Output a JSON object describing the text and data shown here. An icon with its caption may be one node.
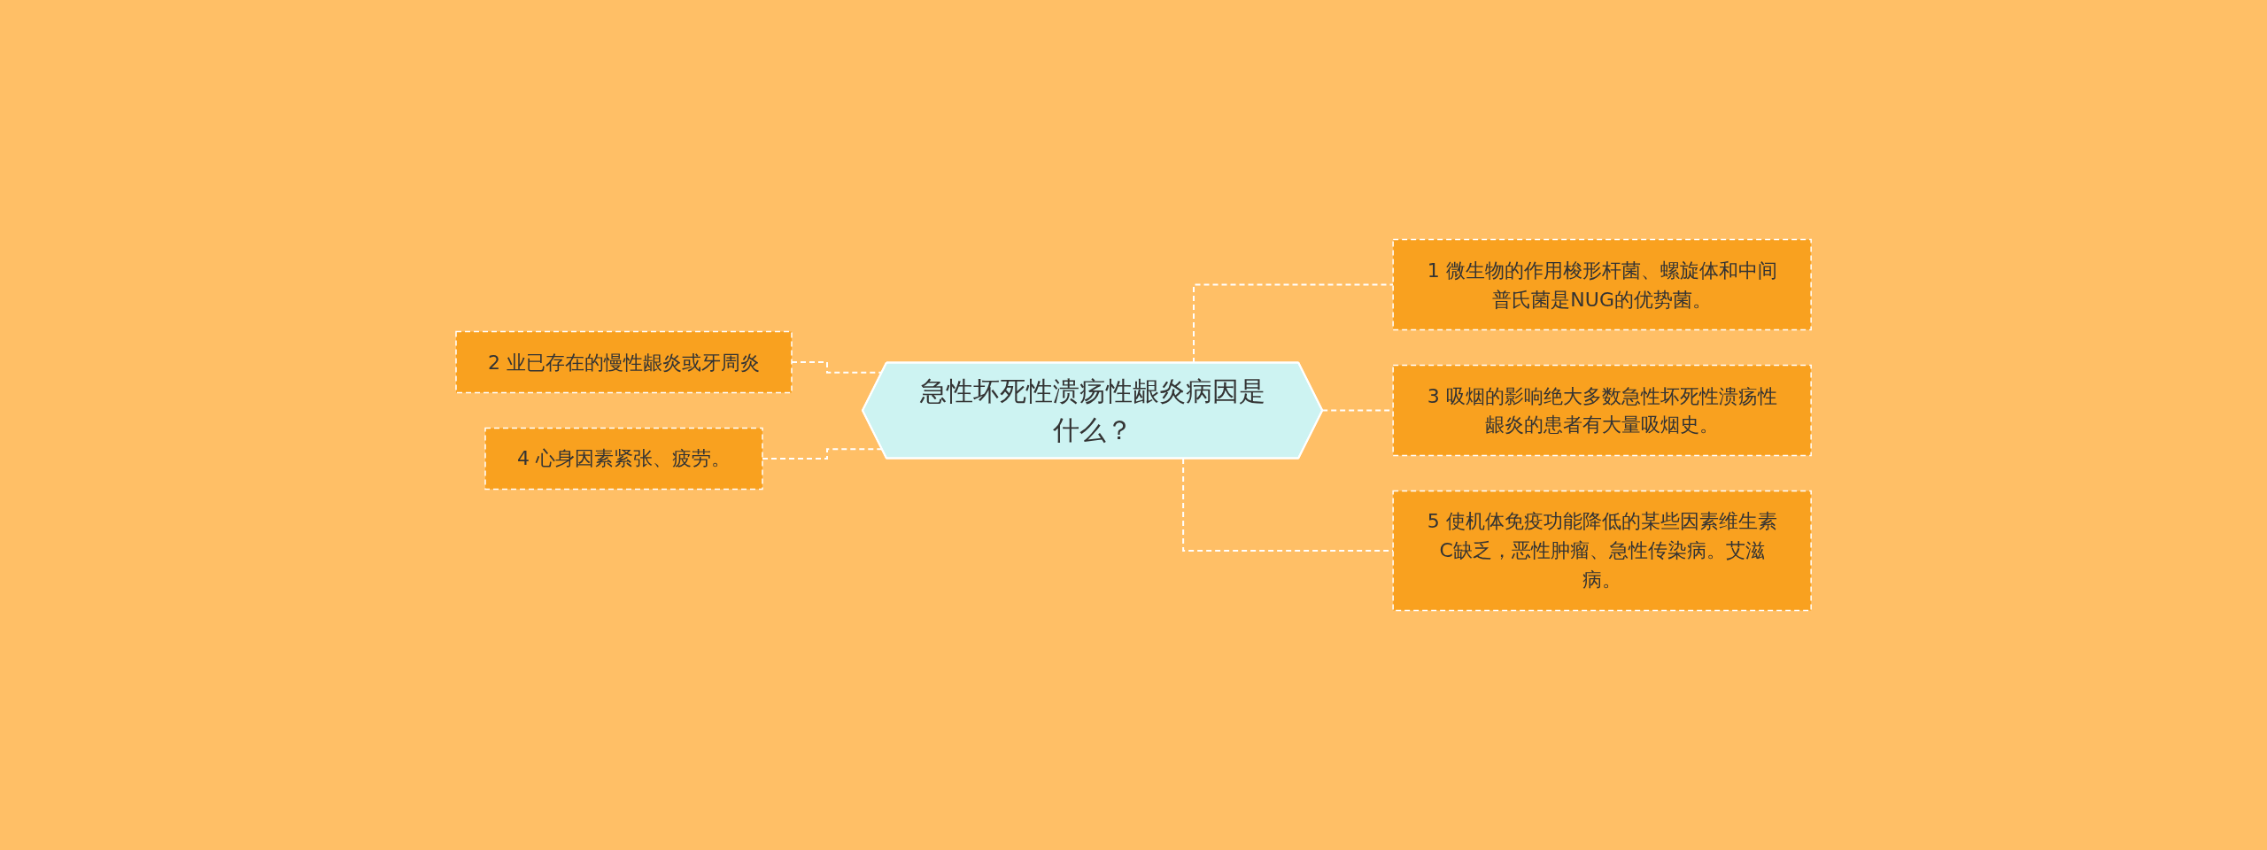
{
  "diagram": {
    "nodes": [
      {
        "text": [
          "急性坏死性溃疡性龈炎病因是什么？"
        ]
      },
      {
        "text": [
          "1 微生物的作用梭形杆菌、螺旋体和中间普氏菌是NUG的优势菌。"
        ]
      },
      {
        "text": [
          "2 业已存在的慢性龈炎或牙周炎"
        ]
      },
      {
        "text": [
          "3 吸烟的影响绝大多数急性坏死性溃疡性龈炎的患者有大量吸烟史。"
        ]
      },
      {
        "text": [
          "4 心身因素紧张、疲劳。"
        ]
      },
      {
        "text": [
          "5 使机体免疫功能降低的某些因素维生素C缺乏，恶性肿瘤、急性传染病。艾滋病。"
        ]
      }
    ],
    "edges": [
      {
        "from": 0,
        "to": 1,
        "arrow": "none",
        "style": "dashed"
      },
      {
        "from": 0,
        "to": 2,
        "arrow": "none",
        "style": "dashed"
      },
      {
        "from": 0,
        "to": 3,
        "arrow": "none",
        "style": "dashed"
      },
      {
        "from": 0,
        "to": 4,
        "arrow": "none",
        "style": "dashed"
      },
      {
        "from": 0,
        "to": 5,
        "arrow": "none",
        "style": "dashed"
      }
    ]
  }
}
